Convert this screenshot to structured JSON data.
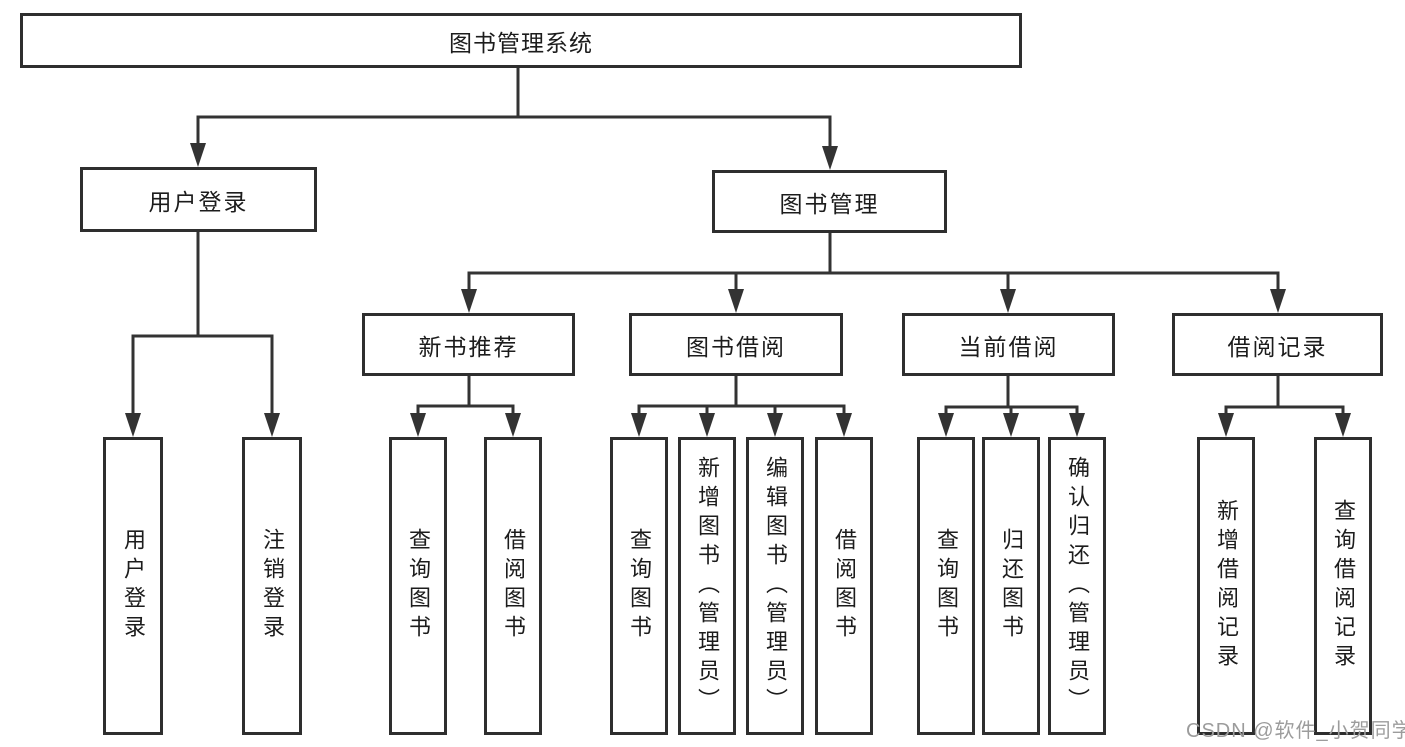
{
  "nodes": {
    "root": {
      "label": "图书管理系统"
    },
    "level2": [
      {
        "label": "用户登录"
      },
      {
        "label": "图书管理"
      }
    ],
    "level3": [
      {
        "label": "新书推荐"
      },
      {
        "label": "图书借阅"
      },
      {
        "label": "当前借阅"
      },
      {
        "label": "借阅记录"
      }
    ],
    "leaves_user_login": [
      {
        "label": "用户登录"
      },
      {
        "label": "注销登录"
      }
    ],
    "leaves_new_books": [
      {
        "label": "查询图书"
      },
      {
        "label": "借阅图书"
      }
    ],
    "leaves_book_borrow": [
      {
        "label": "查询图书"
      },
      {
        "label": "新增图书（管理员）"
      },
      {
        "label": "编辑图书（管理员）"
      },
      {
        "label": "借阅图书"
      }
    ],
    "leaves_current_borrow": [
      {
        "label": "查询图书"
      },
      {
        "label": "归还图书"
      },
      {
        "label": "确认归还（管理员）"
      }
    ],
    "leaves_borrow_records": [
      {
        "label": "新增借阅记录"
      },
      {
        "label": "查询借阅记录"
      }
    ]
  },
  "watermark": {
    "text": "CSDN @软件_小贺同学"
  },
  "colors": {
    "line": "#333333",
    "border": "#2e2e2e",
    "text": "#1c1c1c",
    "watermark": "#9c9c9c",
    "background": "#ffffff"
  }
}
